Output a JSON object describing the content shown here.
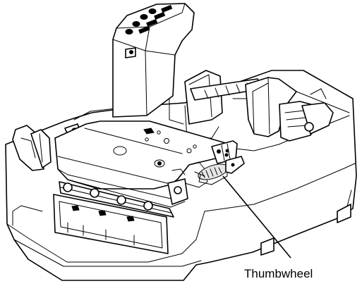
{
  "figure": {
    "subject": "printer-open-with-print-mechanism",
    "callouts": [
      {
        "label": "Thumbwheel",
        "target": "thumbwheel"
      }
    ]
  },
  "colors": {
    "line": "#000000",
    "background": "#ffffff",
    "shade": "#e6e6e6"
  }
}
